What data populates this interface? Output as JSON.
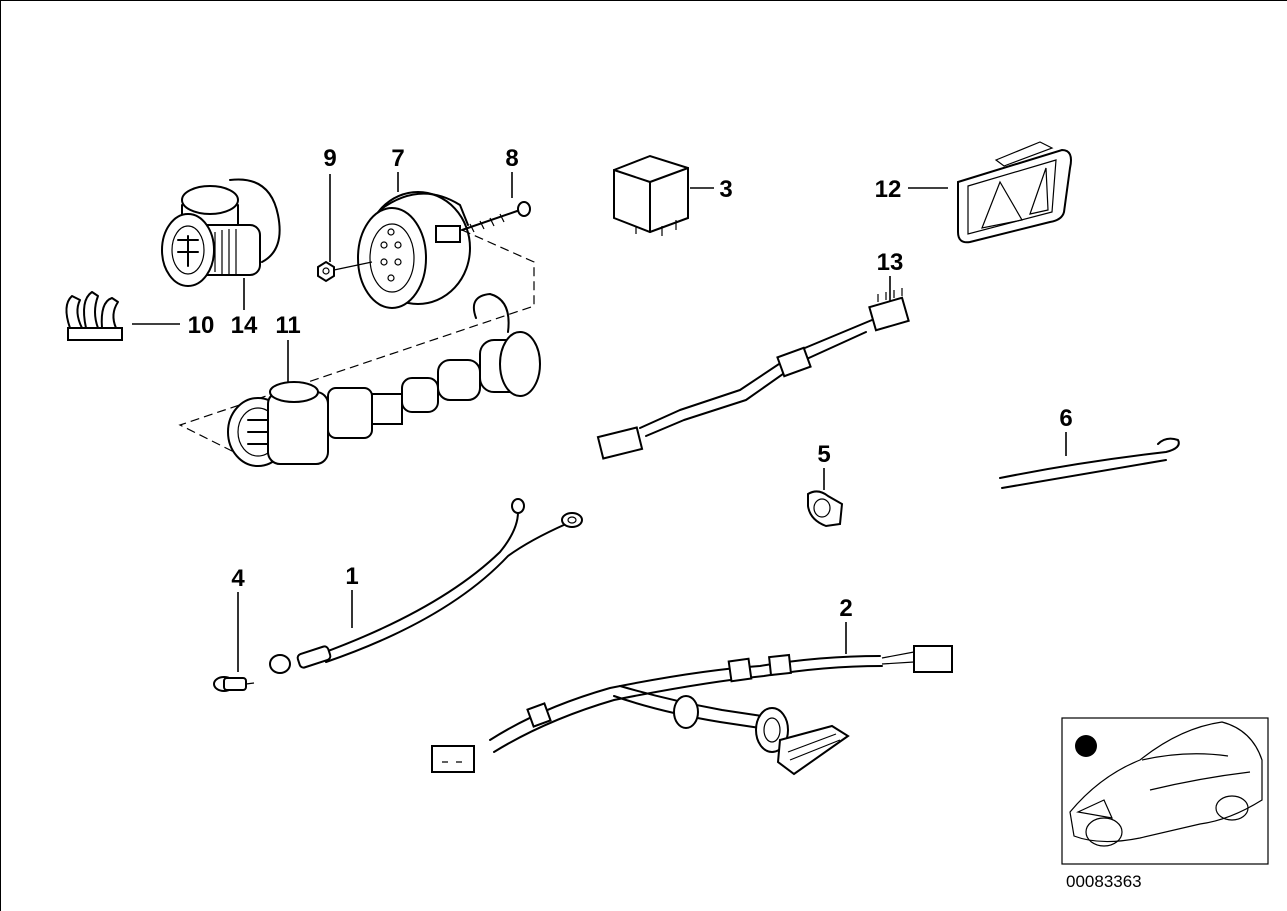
{
  "diagram": {
    "callouts": [
      {
        "id": "1",
        "label": "1"
      },
      {
        "id": "2",
        "label": "2"
      },
      {
        "id": "3",
        "label": "3"
      },
      {
        "id": "4",
        "label": "4"
      },
      {
        "id": "5",
        "label": "5"
      },
      {
        "id": "6",
        "label": "6"
      },
      {
        "id": "7",
        "label": "7"
      },
      {
        "id": "8",
        "label": "8"
      },
      {
        "id": "9",
        "label": "9"
      },
      {
        "id": "10",
        "label": "10"
      },
      {
        "id": "11",
        "label": "11"
      },
      {
        "id": "12",
        "label": "12"
      },
      {
        "id": "13",
        "label": "13"
      },
      {
        "id": "14",
        "label": "14"
      }
    ],
    "document_number": "00083363"
  }
}
